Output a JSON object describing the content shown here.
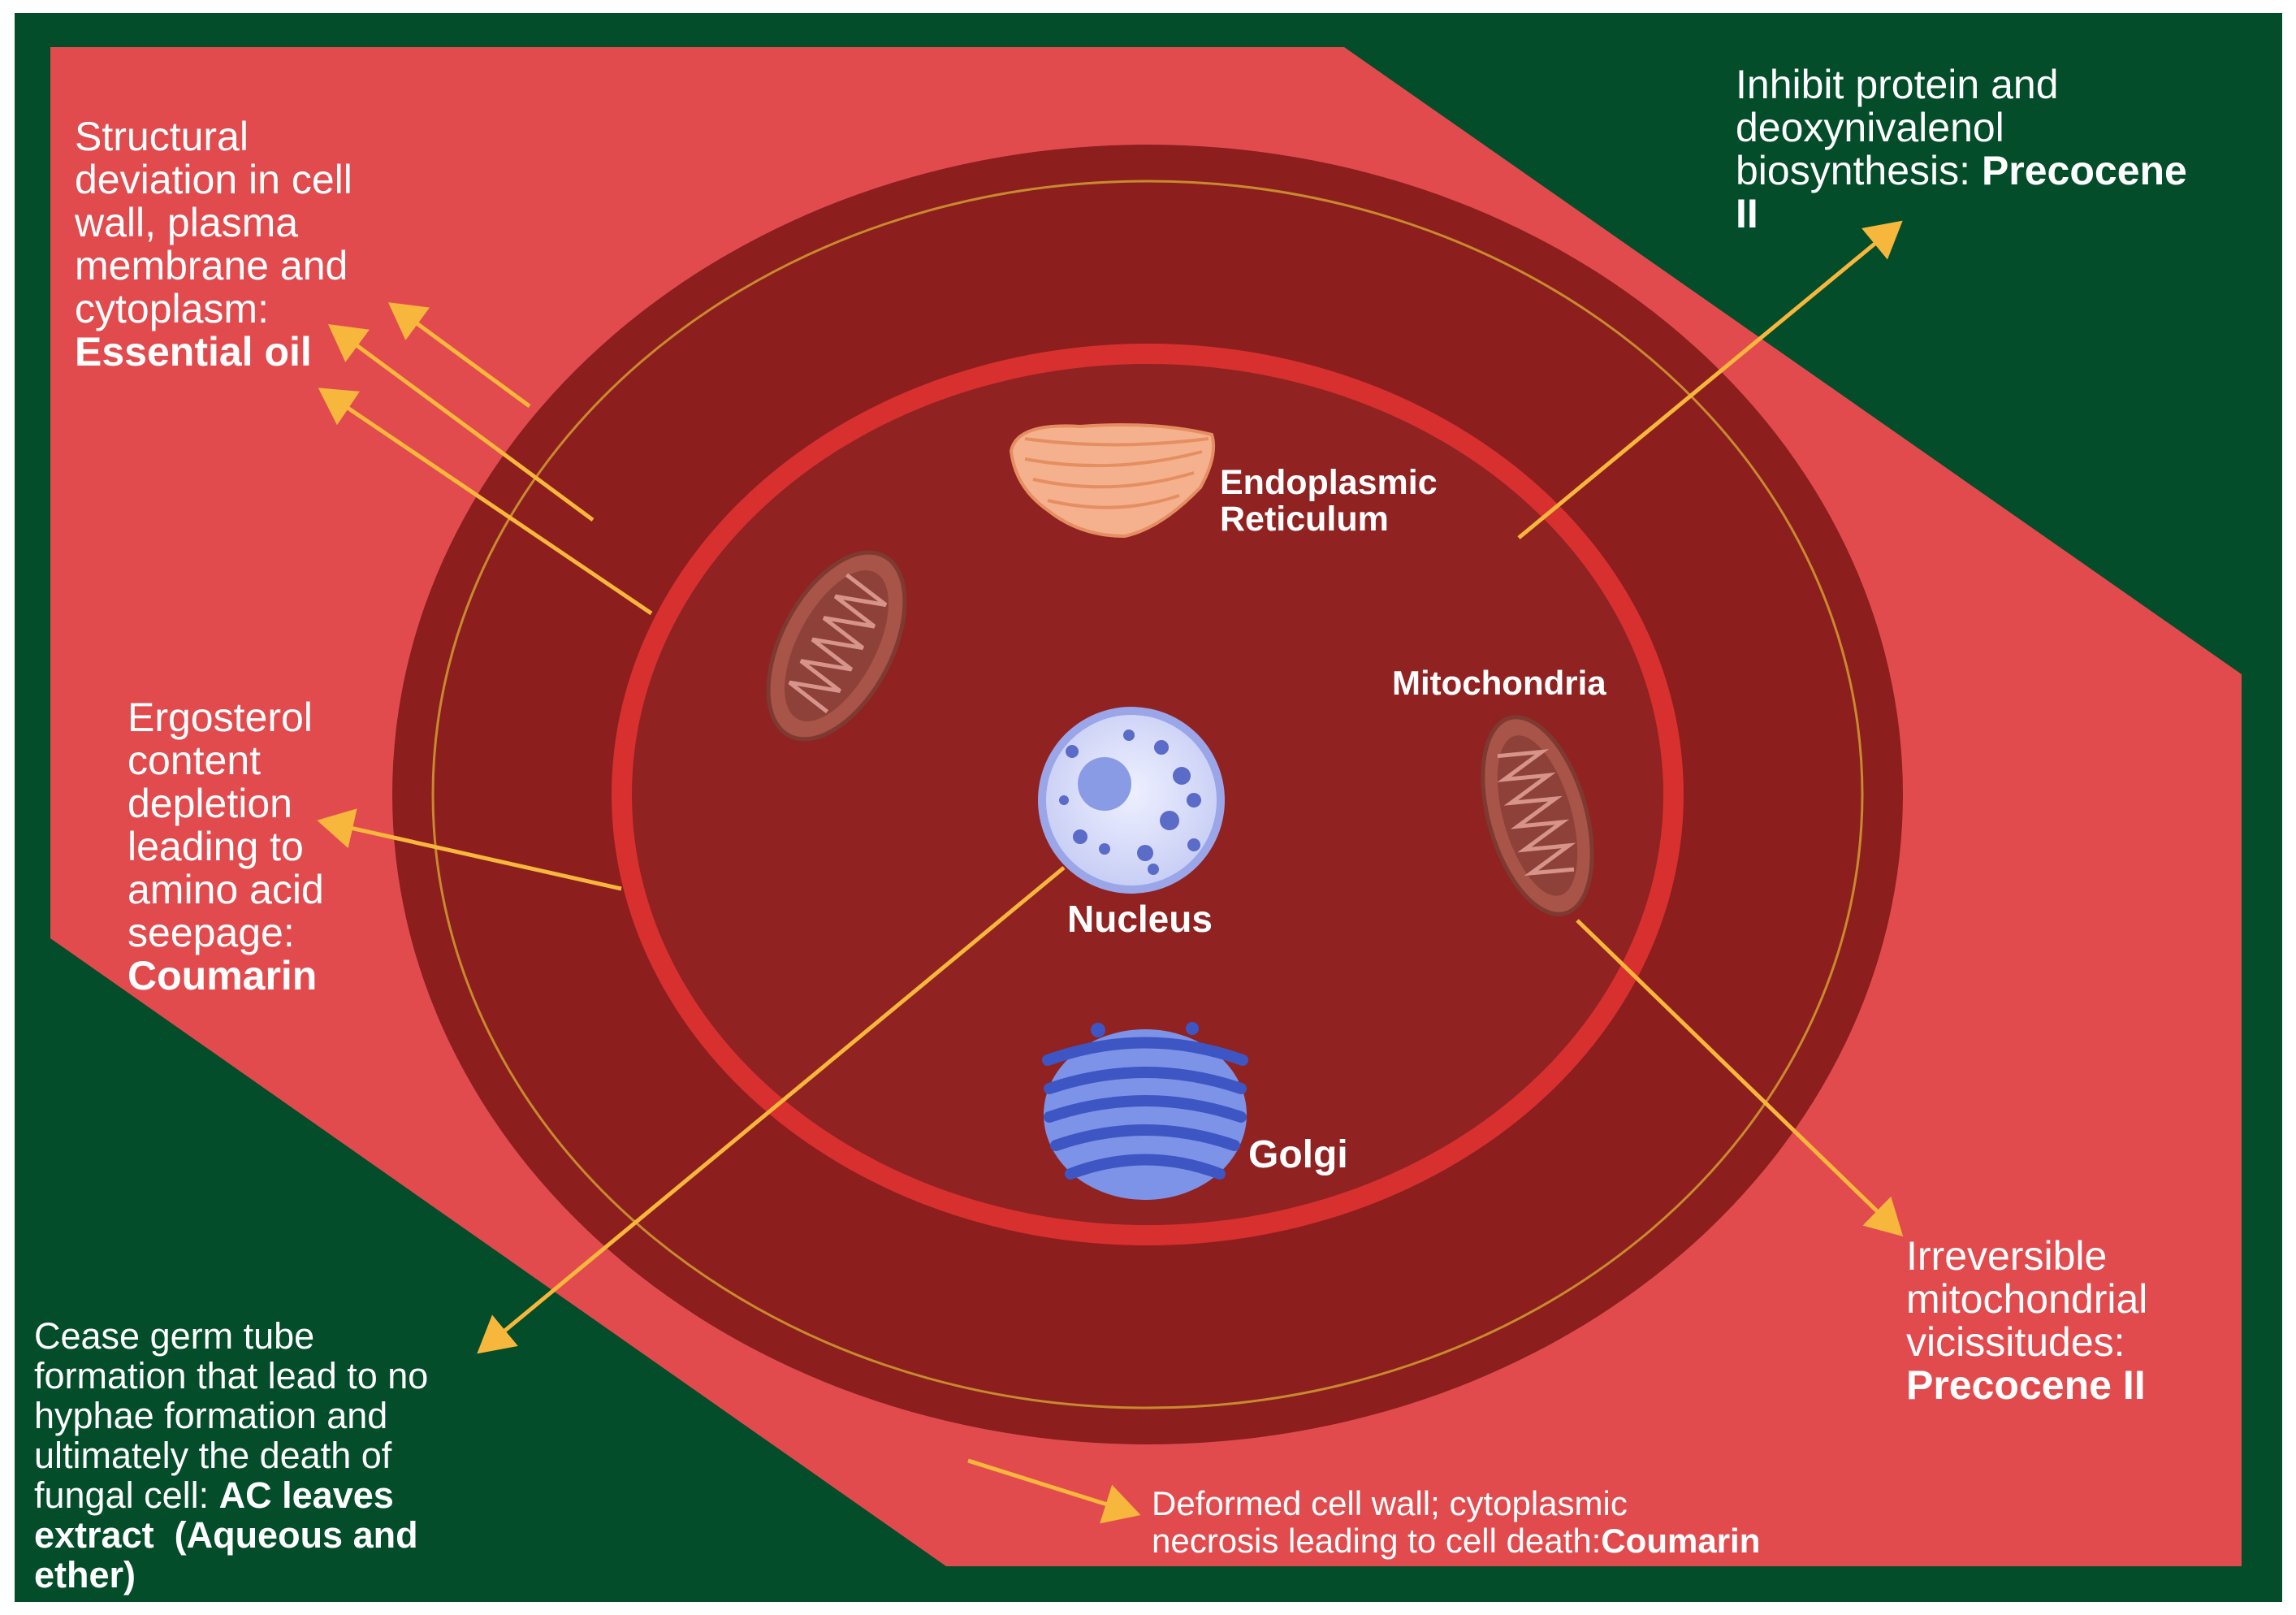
{
  "colors": {
    "background": "#034d2a",
    "cell_region": "#e24b4e",
    "cell_wall": "#8c1e1e",
    "membrane": "#d8302f",
    "cytoplasm": "#902222",
    "arrow": "#f7b73c",
    "text": "#ffffff",
    "nucleus": "#dfe2fb",
    "golgi": "#4f6bd6",
    "er": "#f5b18d",
    "mitochondria": "#a85448"
  },
  "organelles": {
    "er_label_line1": "Endoplasmic",
    "er_label_line2": "Reticulum",
    "mitochondria_label": "Mitochondria",
    "nucleus_label": "Nucleus",
    "golgi_label": "Golgi"
  },
  "annotations": {
    "structural": {
      "lines": [
        "Structural",
        "deviation in cell",
        "wall, plasma",
        "membrane and",
        "cytoplasm:"
      ],
      "agent": "Essential oil"
    },
    "ergosterol": {
      "lines": [
        "Ergosterol",
        "content",
        "depletion",
        "leading to",
        "amino acid",
        "seepage:"
      ],
      "agent": "Coumarin"
    },
    "protein": {
      "lines": [
        "Inhibit protein and",
        "deoxynivalenol"
      ],
      "line3_text": "biosynthesis: ",
      "agent_part1": "Precocene",
      "agent_part2": "II"
    },
    "mitochondrial": {
      "lines": [
        "Irreversible",
        "mitochondrial",
        "vicissitudes:"
      ],
      "agent": "Precocene II"
    },
    "germ_tube": {
      "lines": [
        "Cease germ tube",
        "formation that lead to no",
        "hyphae formation and",
        "ultimately the death of"
      ],
      "line5_text": "fungal cell: ",
      "line5_agent": "AC leaves",
      "line6_agent": "extract  (Aqueous and",
      "line7_agent": "ether)"
    },
    "deformed": {
      "line1": "Deformed cell wall; cytoplasmic",
      "line2_text": "necrosis leading to cell death:",
      "agent": "Coumarin"
    }
  }
}
